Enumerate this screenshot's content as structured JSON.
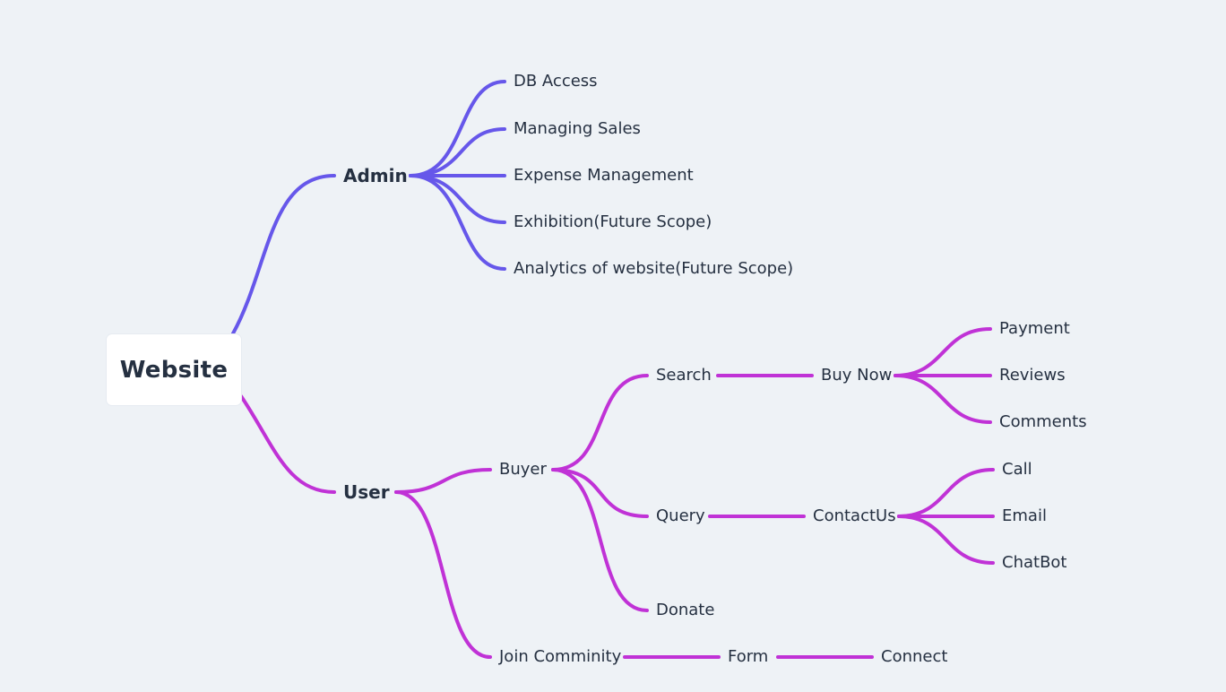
{
  "root": "Website",
  "colors": {
    "background": "#eef2f6",
    "admin_branch": "#6657ea",
    "user_branch": "#c032d6",
    "text": "#253041",
    "root_box": "#ffffff"
  },
  "admin": {
    "label": "Admin",
    "children": [
      "DB Access",
      "Managing Sales",
      "Expense Management",
      "Exhibition(Future Scope)",
      "Analytics of website(Future Scope)"
    ]
  },
  "user": {
    "label": "User",
    "buyer": {
      "label": "Buyer",
      "search": {
        "label": "Search",
        "buy_now": {
          "label": "Buy Now",
          "children": [
            "Payment",
            "Reviews",
            "Comments"
          ]
        }
      },
      "query": {
        "label": "Query",
        "contact_us": {
          "label": "ContactUs",
          "children": [
            "Call",
            "Email",
            "ChatBot"
          ]
        }
      },
      "donate": "Donate"
    },
    "join_community": {
      "label": "Join Comminity",
      "form": {
        "label": "Form",
        "connect": "Connect"
      }
    }
  }
}
